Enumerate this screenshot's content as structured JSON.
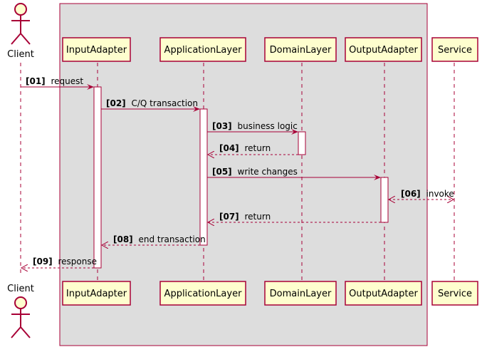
{
  "diagram": {
    "colors": {
      "arrow": "#A80036",
      "participant_fill": "#FEFECE",
      "participant_border": "#A80036",
      "group_fill": "#DDDDDD",
      "group_border": "#A80036",
      "lifeline": "#A80036",
      "activation_fill": "#FFFFFF"
    },
    "actor": {
      "name": "Client"
    },
    "participants": [
      {
        "id": "input",
        "label": "InputAdapter"
      },
      {
        "id": "app",
        "label": "ApplicationLayer"
      },
      {
        "id": "domain",
        "label": "DomainLayer"
      },
      {
        "id": "output",
        "label": "OutputAdapter"
      },
      {
        "id": "service",
        "label": "Service"
      }
    ],
    "messages": [
      {
        "num": "[01]",
        "text": "request",
        "from": "client",
        "to": "input",
        "style": "solid"
      },
      {
        "num": "[02]",
        "text": "C/Q transaction",
        "from": "input",
        "to": "app",
        "style": "solid"
      },
      {
        "num": "[03]",
        "text": "business logic",
        "from": "app",
        "to": "domain",
        "style": "solid"
      },
      {
        "num": "[04]",
        "text": "return",
        "from": "domain",
        "to": "app",
        "style": "dashed"
      },
      {
        "num": "[05]",
        "text": "write changes",
        "from": "app",
        "to": "output",
        "style": "solid"
      },
      {
        "num": "[06]",
        "text": "invoke",
        "from": "output",
        "to": "service",
        "style": "dashed-both"
      },
      {
        "num": "[07]",
        "text": "return",
        "from": "output",
        "to": "app",
        "style": "dashed"
      },
      {
        "num": "[08]",
        "text": "end transaction",
        "from": "app",
        "to": "input",
        "style": "dashed"
      },
      {
        "num": "[09]",
        "text": "response",
        "from": "input",
        "to": "client",
        "style": "dashed"
      }
    ]
  }
}
